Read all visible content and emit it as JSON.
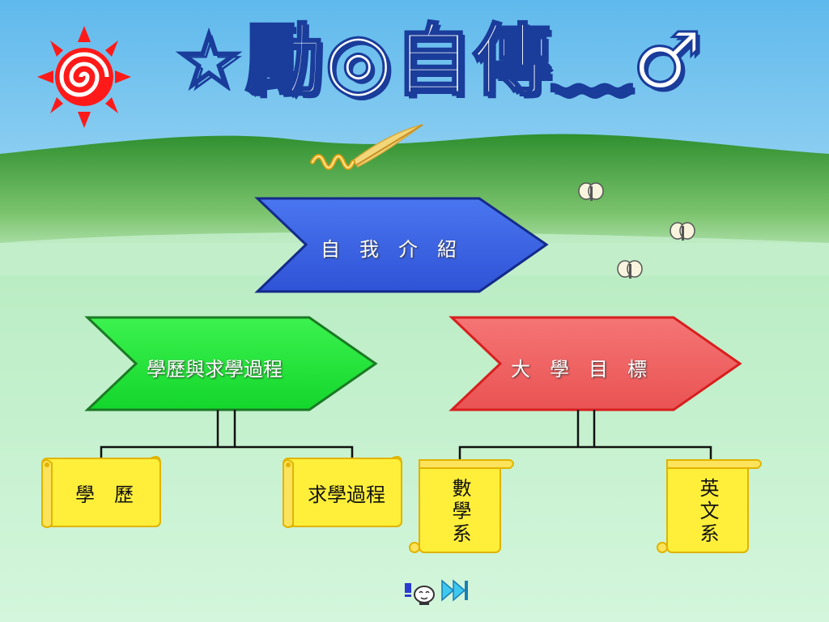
{
  "title": {
    "text": "☆勵◎自傳﹏♂"
  },
  "colors": {
    "sky_top": "#6fc3ee",
    "hill": "#3f9e3a",
    "ground": "#c9f2d3",
    "arrow_top": "#3a63e6",
    "arrow_left": "#1fe63a",
    "arrow_right": "#f06060",
    "scroll": "#ffef3a"
  },
  "diagram": {
    "root": {
      "label": "自　我　介　紹"
    },
    "branches": [
      {
        "label": "學歷與求學過程",
        "children": [
          {
            "label": "學　歷"
          },
          {
            "label": "求學過程"
          }
        ]
      },
      {
        "label": "大　學　目　標",
        "children": [
          {
            "label": "數學系"
          },
          {
            "label": "英文系"
          }
        ]
      }
    ]
  },
  "icons": {
    "sun": "sun-spiral-icon",
    "butterfly": "butterfly-icon",
    "nav_character": "character-icon",
    "nav_next": "skip-forward-icon"
  }
}
